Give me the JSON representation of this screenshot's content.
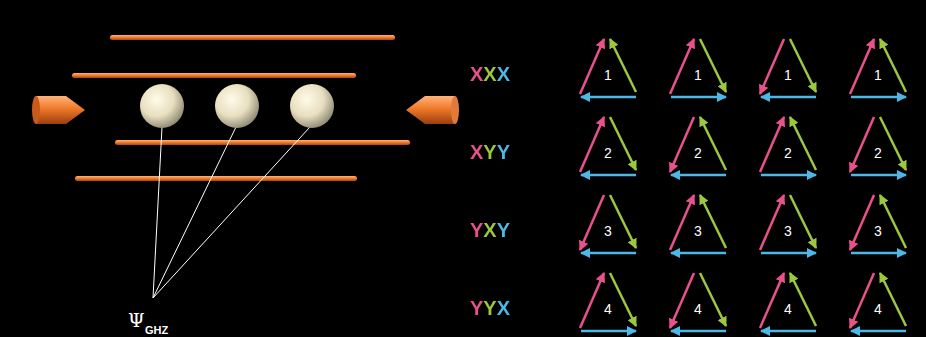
{
  "diagram": {
    "labels": [
      "Ψ",
      "GHZ",
      "XXX",
      "1",
      "1",
      "1",
      "1",
      "XYY",
      "2",
      "2",
      "2",
      "2",
      "YXY",
      "3",
      "3",
      "3",
      "3",
      "YYX",
      "4",
      "4",
      "4",
      "4"
    ]
  }
}
